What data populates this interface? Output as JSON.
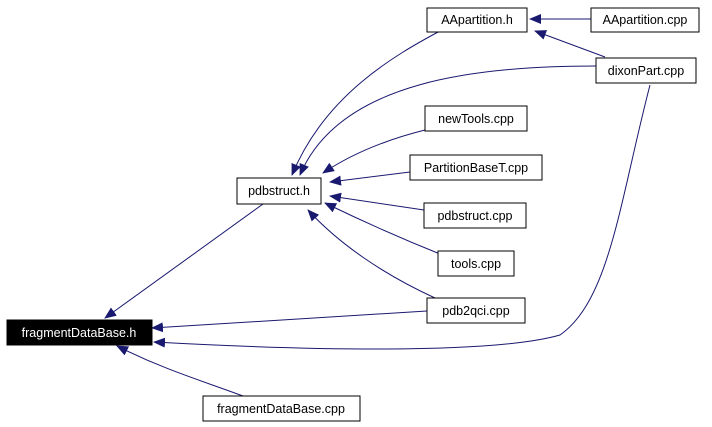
{
  "nodes": {
    "fragmentdatabase_h": {
      "label": "fragmentDataBase.h",
      "highlighted": true
    },
    "pdbstruct_h": {
      "label": "pdbstruct.h"
    },
    "aapartition_h": {
      "label": "AApartition.h"
    },
    "aapartition_cpp": {
      "label": "AApartition.cpp"
    },
    "dixonpart_cpp": {
      "label": "dixonPart.cpp"
    },
    "newtools_cpp": {
      "label": "newTools.cpp"
    },
    "partitionbaset_cpp": {
      "label": "PartitionBaseT.cpp"
    },
    "pdbstruct_cpp": {
      "label": "pdbstruct.cpp"
    },
    "tools_cpp": {
      "label": "tools.cpp"
    },
    "pdb2qci_cpp": {
      "label": "pdb2qci.cpp"
    },
    "fragmentdatabase_cpp": {
      "label": "fragmentDataBase.cpp"
    }
  },
  "edges": [
    {
      "from": "aapartition_cpp",
      "to": "aapartition_h"
    },
    {
      "from": "dixonpart_cpp",
      "to": "aapartition_h"
    },
    {
      "from": "aapartition_h",
      "to": "pdbstruct_h"
    },
    {
      "from": "dixonpart_cpp",
      "to": "pdbstruct_h"
    },
    {
      "from": "newtools_cpp",
      "to": "pdbstruct_h"
    },
    {
      "from": "partitionbaset_cpp",
      "to": "pdbstruct_h"
    },
    {
      "from": "pdbstruct_cpp",
      "to": "pdbstruct_h"
    },
    {
      "from": "tools_cpp",
      "to": "pdbstruct_h"
    },
    {
      "from": "pdb2qci_cpp",
      "to": "pdbstruct_h"
    },
    {
      "from": "pdbstruct_h",
      "to": "fragmentdatabase_h"
    },
    {
      "from": "pdb2qci_cpp",
      "to": "fragmentdatabase_h"
    },
    {
      "from": "dixonpart_cpp",
      "to": "fragmentdatabase_h"
    },
    {
      "from": "fragmentdatabase_cpp",
      "to": "fragmentdatabase_h"
    }
  ],
  "colors": {
    "edge": "#191970",
    "node_border": "#000000",
    "node_fill": "#ffffff",
    "highlight_fill": "#000000",
    "highlight_text": "#ffffff"
  }
}
